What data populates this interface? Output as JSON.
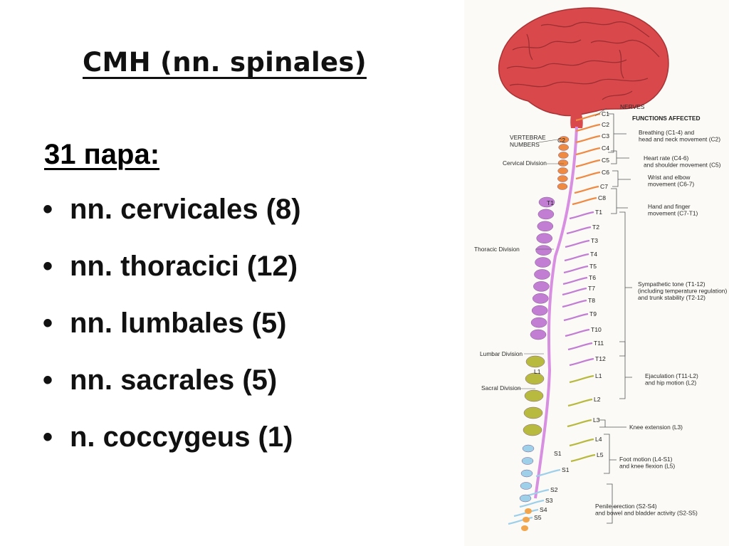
{
  "slide": {
    "title": "СМН (nn. spinales)",
    "count_label": "31 пара:",
    "bullet_symbol": "•",
    "items": [
      "nn. cervicales (8)",
      "nn. thoracici (12)",
      "nn. lumbales (5)",
      "nn. sacrales (5)",
      "n. coccygeus (1)"
    ]
  },
  "figure": {
    "nerves_label": "NERVES",
    "functions_title": "FUNCTIONS AFFECTED",
    "vertebrae_label": [
      "VERTEBRAE",
      "NUMBERS"
    ],
    "divisions": [
      "Cervical Division",
      "Thoracic Division",
      "Lumbar Division",
      "Sacral Division"
    ],
    "vertebra_markers": [
      "C2",
      "T1",
      "L1",
      "S1"
    ],
    "nerve_labels": [
      "C1",
      "C2",
      "C3",
      "C4",
      "C5",
      "C6",
      "C7",
      "C8",
      "T1",
      "T2",
      "T3",
      "T4",
      "T5",
      "T6",
      "T7",
      "T8",
      "T9",
      "T10",
      "T11",
      "T12",
      "L1",
      "L2",
      "L3",
      "L4",
      "L5",
      "S1",
      "S2",
      "S3",
      "S4",
      "S5"
    ],
    "functions": [
      [
        "Breathing (C1-4) and",
        "head and neck movement (C2)"
      ],
      [
        "Heart rate (C4-6)",
        "and shoulder movement (C5)"
      ],
      [
        "Wrist and elbow",
        "movement (C6-7)"
      ],
      [
        "Hand and finger",
        "movement (C7-T1)"
      ],
      [
        "Sympathetic tone (T1-12)",
        "(including temperature regulation)",
        "and trunk stability (T2-12)"
      ],
      [
        "Ejaculation (T11-L2)",
        "and hip motion (L2)"
      ],
      [
        "Knee extension (L3)"
      ],
      [
        "Foot motion (L4-S1)",
        "and knee flexion (L5)"
      ],
      [
        "Penile erection (S2-S4)",
        "and bowel and bladder activity (S2-S5)"
      ]
    ],
    "colors": {
      "brain": "#d9494c",
      "cervical": "#ef8a43",
      "thoracic": "#c27ed3",
      "lumbar": "#b8ba3f",
      "sacral": "#9fd0ea",
      "coccyx": "#f2a54a"
    }
  }
}
